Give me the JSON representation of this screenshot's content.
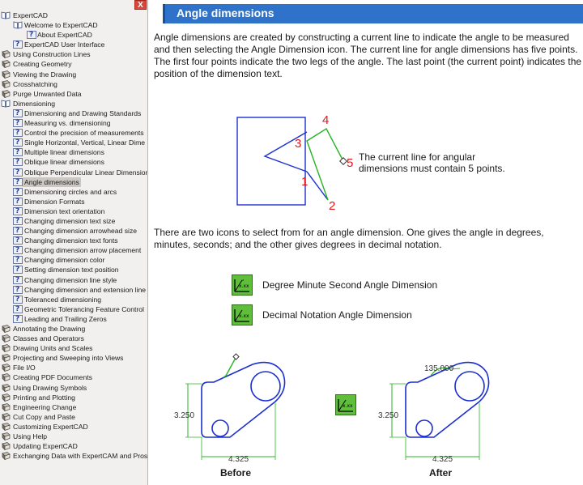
{
  "sidebar": {
    "close_label": "X",
    "tree": [
      {
        "label": "ExpertCAD",
        "level": 0,
        "icon": "book-open-icon"
      },
      {
        "label": "Welcome to ExpertCAD",
        "level": 1,
        "icon": "book-open-icon"
      },
      {
        "label": "About ExpertCAD",
        "level": 2,
        "icon": "help-topic-icon"
      },
      {
        "label": "ExpertCAD User Interface",
        "level": 1,
        "icon": "help-topic-icon"
      },
      {
        "label": "Using Construction Lines",
        "level": 0,
        "icon": "book-closed-icon"
      },
      {
        "label": "Creating Geometry",
        "level": 0,
        "icon": "book-closed-icon"
      },
      {
        "label": "Viewing the Drawing",
        "level": 0,
        "icon": "book-closed-icon"
      },
      {
        "label": "Crosshatching",
        "level": 0,
        "icon": "book-closed-icon"
      },
      {
        "label": "Purge Unwanted Data",
        "level": 0,
        "icon": "book-closed-icon"
      },
      {
        "label": "Dimensioning",
        "level": 0,
        "icon": "book-open-icon"
      },
      {
        "label": "Dimensioning and Drawing Standards",
        "level": 1,
        "icon": "help-topic-icon"
      },
      {
        "label": "Measuring vs. dimensioning",
        "level": 1,
        "icon": "help-topic-icon"
      },
      {
        "label": "Control the precision of measurements",
        "level": 1,
        "icon": "help-topic-icon"
      },
      {
        "label": "Single Horizontal, Vertical, Linear Dime",
        "level": 1,
        "icon": "help-topic-icon"
      },
      {
        "label": "Multiple linear dimensions",
        "level": 1,
        "icon": "help-topic-icon"
      },
      {
        "label": "Oblique linear dimensions",
        "level": 1,
        "icon": "help-topic-icon"
      },
      {
        "label": "Oblique Perpendicular Linear Dimension",
        "level": 1,
        "icon": "help-topic-icon"
      },
      {
        "label": "Angle dimensions",
        "level": 1,
        "icon": "help-topic-icon",
        "selected": true
      },
      {
        "label": "Dimensioning circles and arcs",
        "level": 1,
        "icon": "help-topic-icon"
      },
      {
        "label": "Dimension Formats",
        "level": 1,
        "icon": "help-topic-icon"
      },
      {
        "label": "Dimension text orientation",
        "level": 1,
        "icon": "help-topic-icon"
      },
      {
        "label": "Changing dimension text size",
        "level": 1,
        "icon": "help-topic-icon"
      },
      {
        "label": "Changing dimension arrowhead size",
        "level": 1,
        "icon": "help-topic-icon"
      },
      {
        "label": "Changing dimension text fonts",
        "level": 1,
        "icon": "help-topic-icon"
      },
      {
        "label": "Changing dimension arrow placement",
        "level": 1,
        "icon": "help-topic-icon"
      },
      {
        "label": "Changing dimension color",
        "level": 1,
        "icon": "help-topic-icon"
      },
      {
        "label": "Setting dimension text position",
        "level": 1,
        "icon": "help-topic-icon"
      },
      {
        "label": "Changing dimension line style",
        "level": 1,
        "icon": "help-topic-icon"
      },
      {
        "label": "Changing dimension and extension line",
        "level": 1,
        "icon": "help-topic-icon"
      },
      {
        "label": "Toleranced dimensioning",
        "level": 1,
        "icon": "help-topic-icon"
      },
      {
        "label": "Geometric Tolerancing Feature Control",
        "level": 1,
        "icon": "help-topic-icon"
      },
      {
        "label": "Leading and Trailing Zeros",
        "level": 1,
        "icon": "help-topic-icon"
      },
      {
        "label": "Annotating the Drawing",
        "level": 0,
        "icon": "book-closed-icon"
      },
      {
        "label": "Classes and Operators",
        "level": 0,
        "icon": "book-closed-icon"
      },
      {
        "label": "Drawing Units and Scales",
        "level": 0,
        "icon": "book-closed-icon"
      },
      {
        "label": "Projecting and Sweeping into Views",
        "level": 0,
        "icon": "book-closed-icon"
      },
      {
        "label": "File I/O",
        "level": 0,
        "icon": "book-closed-icon"
      },
      {
        "label": "Creating PDF Documents",
        "level": 0,
        "icon": "book-closed-icon"
      },
      {
        "label": "Using Drawing Symbols",
        "level": 0,
        "icon": "book-closed-icon"
      },
      {
        "label": "Printing and Plotting",
        "level": 0,
        "icon": "book-closed-icon"
      },
      {
        "label": "Engineering Change",
        "level": 0,
        "icon": "book-closed-icon"
      },
      {
        "label": "Cut Copy and Paste",
        "level": 0,
        "icon": "book-closed-icon"
      },
      {
        "label": "Customizing ExpertCAD",
        "level": 0,
        "icon": "book-closed-icon"
      },
      {
        "label": "Using Help",
        "level": 0,
        "icon": "book-closed-icon"
      },
      {
        "label": "Updating ExpertCAD",
        "level": 0,
        "icon": "book-closed-icon"
      },
      {
        "label": "Exchanging Data with ExpertCAM and Pros",
        "level": 0,
        "icon": "book-closed-icon"
      }
    ]
  },
  "main": {
    "title": "Angle dimensions",
    "para1": "Angle dimensions are created by constructing a current line to indicate the angle to be measured and then selecting the Angle Dimension icon. The current line for angle dimensions has five points. The first four points indicate the two legs of the angle. The last point (the current point) indicates the position of the dimension text.",
    "figure1": {
      "point_labels": [
        "1",
        "2",
        "3",
        "4",
        "5"
      ],
      "note_line1": "The current line for angular",
      "note_line2": "dimensions must contain 5 points."
    },
    "para2": "There are two icons to select from for an angle dimension. One gives the angle in degrees, minutes, seconds; and the other gives degrees in decimal notation.",
    "icons": [
      {
        "label": "Degree Minute Second Angle Dimension",
        "icon": "angle-dms-icon"
      },
      {
        "label": "Decimal Notation Angle Dimension",
        "icon": "angle-decimal-icon"
      }
    ],
    "figure2": {
      "before": {
        "caption": "Before",
        "dim_vertical": "3.250",
        "dim_horizontal": "4.325"
      },
      "after": {
        "caption": "After",
        "dim_vertical": "3.250",
        "dim_horizontal": "4.325",
        "dim_angle": "135.000"
      }
    },
    "colors": {
      "title_bar": "#2f72c9",
      "geometry": "#1b2fd0",
      "dimension": "#28b420",
      "point_label": "#e0141c"
    }
  }
}
